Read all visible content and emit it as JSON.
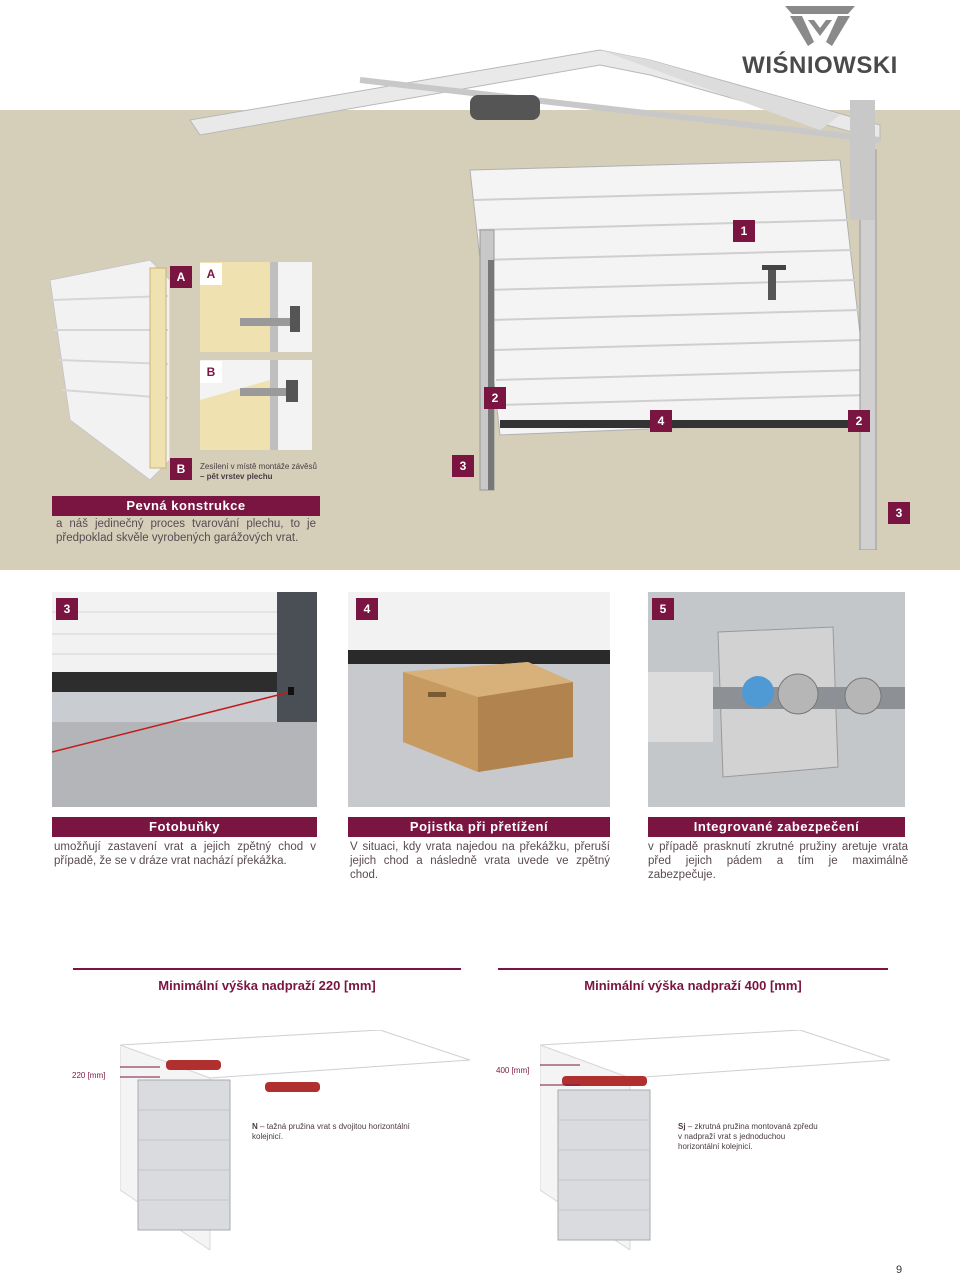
{
  "brand": {
    "name": "WIŚNIOWSKI",
    "color": "#7a1440"
  },
  "hero": {
    "badges": [
      "1",
      "2",
      "4",
      "2",
      "3",
      "3"
    ],
    "panel_labels": {
      "a1": "A",
      "a2": "A",
      "b1": "B",
      "b2": "B"
    },
    "reinforcement_caption_line1": "Zesílení v místě montáže závěsů",
    "reinforcement_caption_line2": "– pět vrstev plechu",
    "construction_title": "Pevná konstrukce",
    "construction_text": "a náš jedinečný proces tvarování plechu, to je předpoklad skvěle vyrobených garážových vrat."
  },
  "features": [
    {
      "badge": "3",
      "title": "Fotobuňky",
      "text": "umožňují zastavení vrat a jejich zpětný chod v případě, že se v dráze vrat nachází překážka."
    },
    {
      "badge": "4",
      "title": "Pojistka při přetížení",
      "text": "V situaci, kdy vrata najedou na překážku, přeruší jejich chod a následně vrata uvede ve zpětný chod."
    },
    {
      "badge": "5",
      "title": "Integrované zabezpečení",
      "text": "v případě prasknutí zkrutné pružiny aretuje vrata před jejich pádem a tím je maximálně zabezpečuje."
    }
  ],
  "headroom": [
    {
      "title": "Minimální výška nadpraží 220 [mm]",
      "dim": "220 [mm]",
      "note_code": "N",
      "note_text": "– tažná pružina vrat s dvojitou horizontální kolejnicí."
    },
    {
      "title": "Minimální výška nadpraží 400 [mm]",
      "dim": "400 [mm]",
      "note_code": "Sj",
      "note_text": "– zkrutná pružina montovaná zpředu v nadpraží vrat s jednoduchou horizontální kolejnicí."
    }
  ],
  "page_number": "9"
}
